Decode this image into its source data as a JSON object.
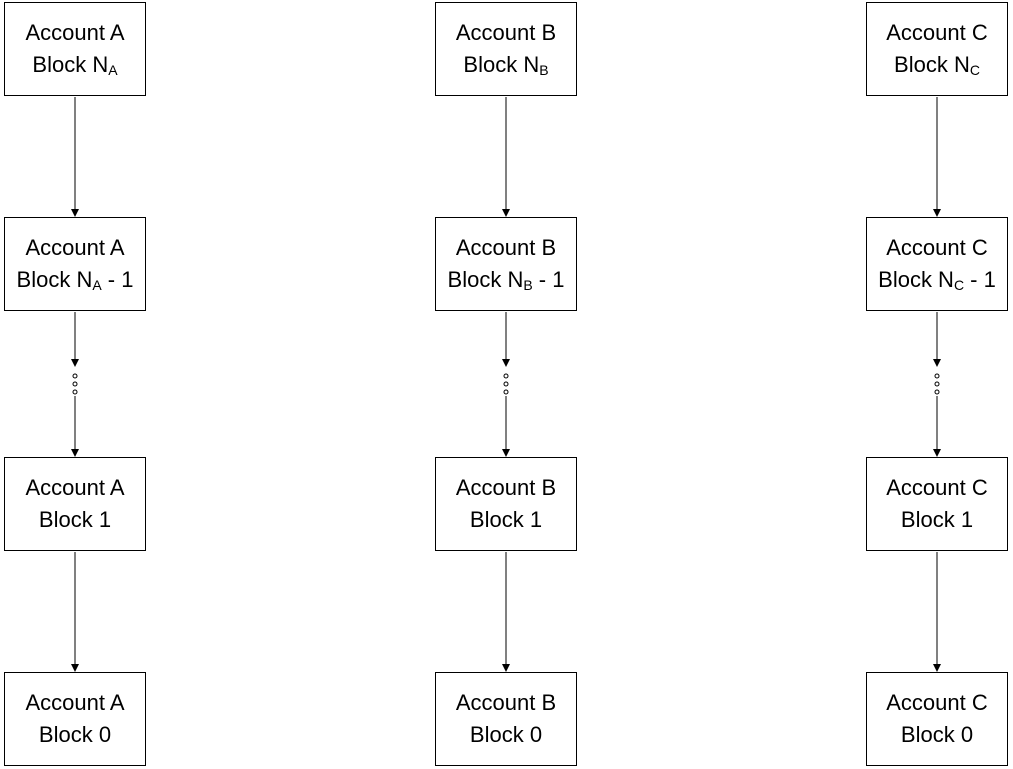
{
  "columns": [
    {
      "id": "a",
      "blocks": [
        {
          "account": "Account A",
          "block_prefix": "Block N",
          "sub": "A",
          "suffix": ""
        },
        {
          "account": "Account A",
          "block_prefix": "Block N",
          "sub": "A",
          "suffix": " - 1"
        },
        {
          "account": "Account A",
          "block_prefix": "Block 1",
          "sub": "",
          "suffix": ""
        },
        {
          "account": "Account A",
          "block_prefix": "Block 0",
          "sub": "",
          "suffix": ""
        }
      ]
    },
    {
      "id": "b",
      "blocks": [
        {
          "account": "Account B",
          "block_prefix": "Block N",
          "sub": "B",
          "suffix": ""
        },
        {
          "account": "Account B",
          "block_prefix": "Block N",
          "sub": "B",
          "suffix": " - 1"
        },
        {
          "account": "Account B",
          "block_prefix": "Block 1",
          "sub": "",
          "suffix": ""
        },
        {
          "account": "Account B",
          "block_prefix": "Block 0",
          "sub": "",
          "suffix": ""
        }
      ]
    },
    {
      "id": "c",
      "blocks": [
        {
          "account": "Account C",
          "block_prefix": "Block N",
          "sub": "C",
          "suffix": ""
        },
        {
          "account": "Account C",
          "block_prefix": "Block N",
          "sub": "C",
          "suffix": " - 1"
        },
        {
          "account": "Account C",
          "block_prefix": "Block 1",
          "sub": "",
          "suffix": ""
        },
        {
          "account": "Account C",
          "block_prefix": "Block 0",
          "sub": "",
          "suffix": ""
        }
      ]
    }
  ],
  "colors": {
    "stroke": "#000000",
    "fill": "#ffffff"
  }
}
